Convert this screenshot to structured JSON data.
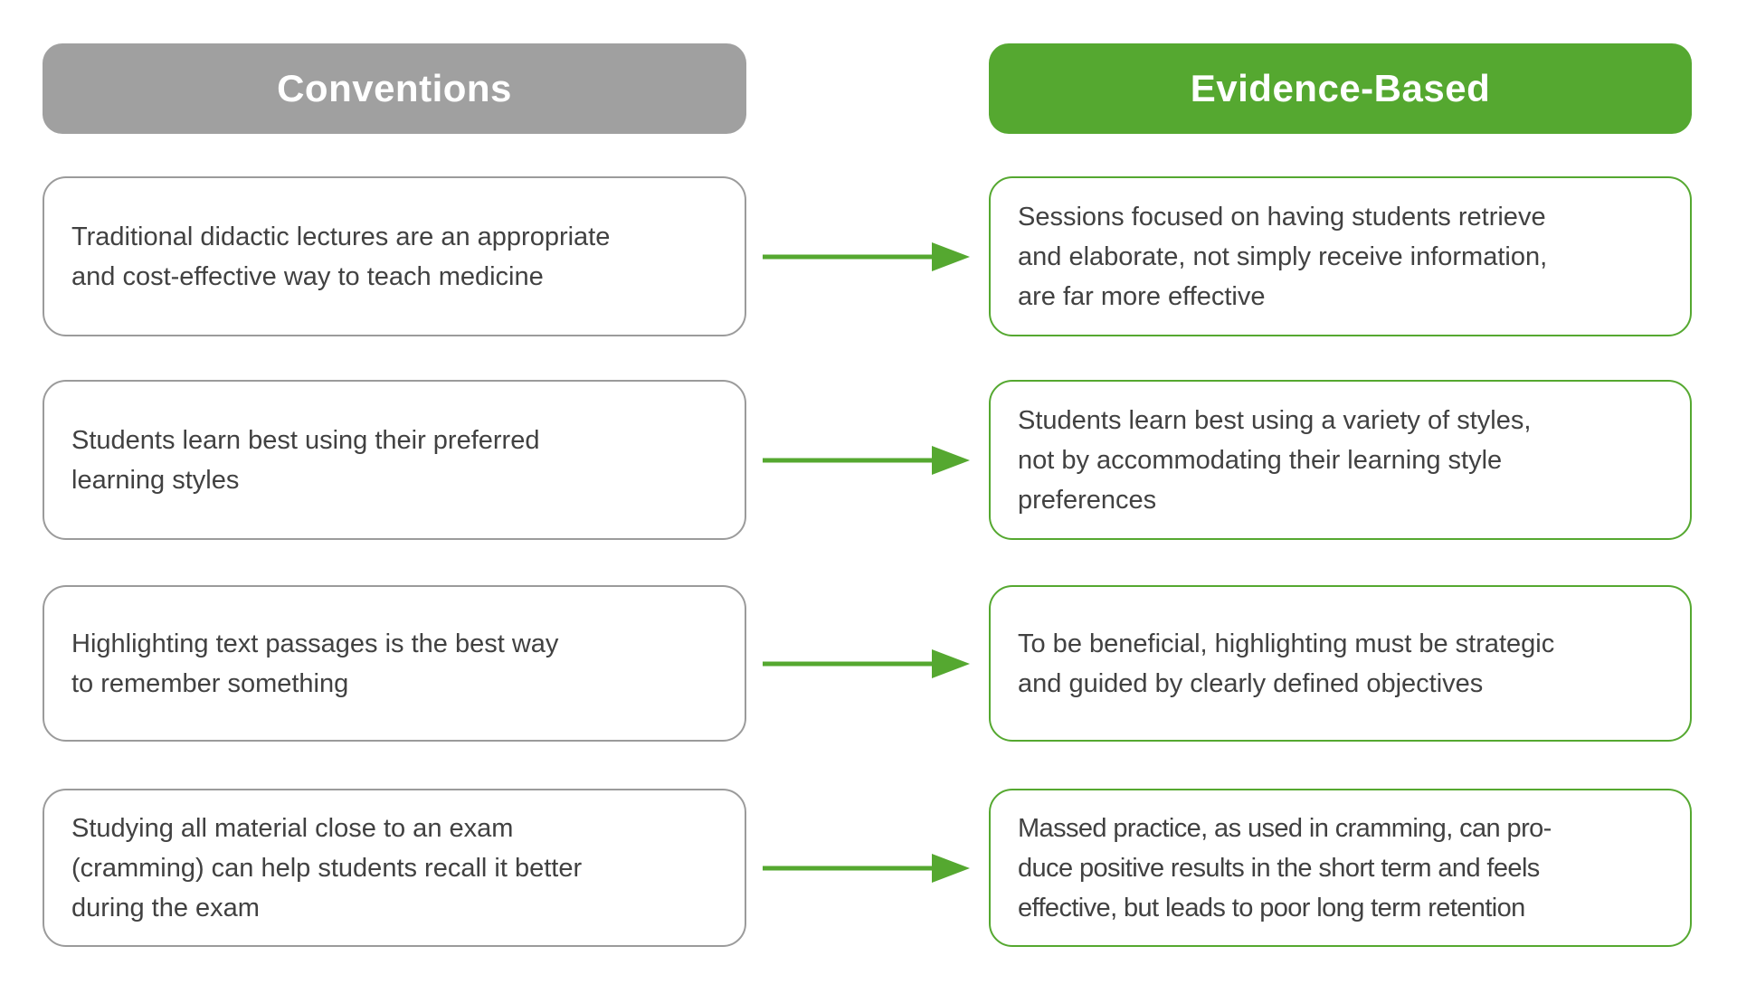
{
  "diagram": {
    "type": "comparison",
    "background": "#ffffff"
  },
  "colors": {
    "evidence_green": "#55a830",
    "convention_gray": "#a0a0a0",
    "box_border_gray": "#9b9b9b",
    "body_text": "#414141",
    "header_text": "#ffffff"
  },
  "headers": {
    "conventions": "Conventions",
    "evidence_based": "Evidence-Based"
  },
  "arrow": {
    "direction": "right",
    "color": "#55a830"
  },
  "rows": [
    {
      "convention": "Traditional didactic lectures are an appropriate\nand cost-effective way to teach medicine",
      "evidence": "Sessions focused on having students retrieve\nand elaborate, not simply receive information,\nare far more effective"
    },
    {
      "convention": "Students learn best using their preferred\nlearning styles",
      "evidence": "Students learn best using a variety of styles,\nnot by accommodating their learning style\npreferences"
    },
    {
      "convention": "Highlighting text passages is the best way\nto remember something",
      "evidence": "To be beneficial, highlighting must be strategic\nand guided by clearly defined objectives"
    },
    {
      "convention": "Studying all material close to an exam\n(cramming) can help students recall it better\nduring the exam",
      "evidence": "Massed practice, as used in cramming, can pro-\nduce positive results in the short term and feels\neffective, but leads to poor long term retention"
    }
  ]
}
